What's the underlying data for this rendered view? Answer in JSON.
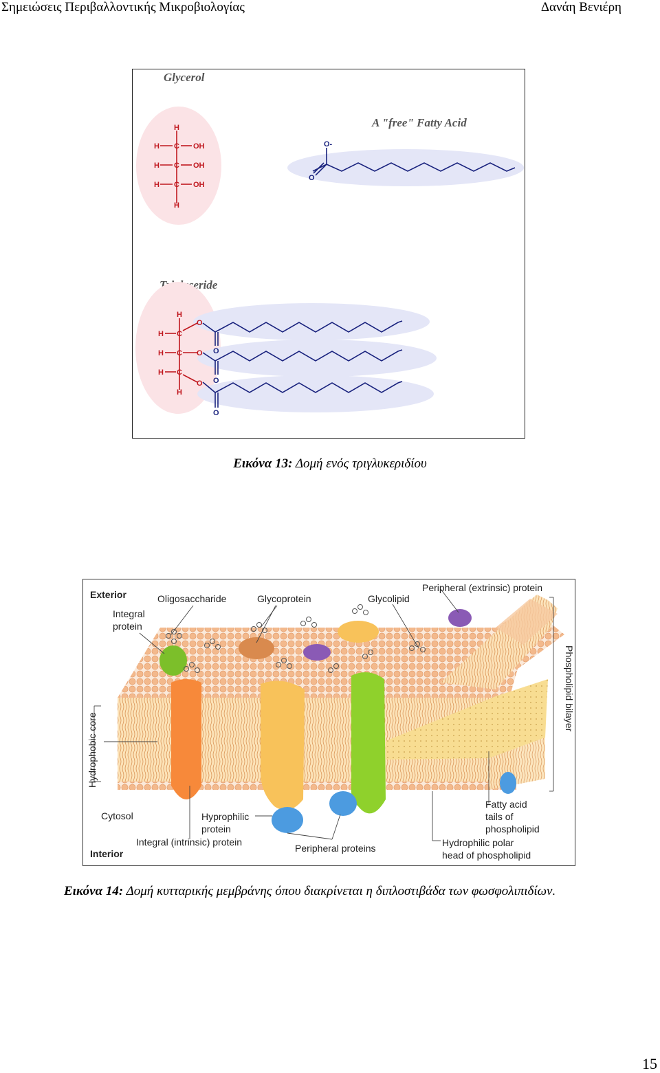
{
  "header": {
    "left": "Σημειώσεις Περιβαλλοντικής Μικροβιολογίας",
    "right": "Δανάη Βενιέρη"
  },
  "figure13": {
    "glycerol_label": "Glycerol",
    "fatty_acid_label": "A \"free\"  Fatty Acid",
    "triglyceride_label": "Triglyceride",
    "atoms": {
      "H": "H",
      "C": "C",
      "OH": "OH",
      "O": "O",
      "Ominus": "O-"
    },
    "caption_prefix": "Εικόνα 13:",
    "caption_text": " Δομή ενός τριγλυκεριδίου"
  },
  "figure14": {
    "labels": {
      "exterior": "Exterior",
      "oligosaccharide": "Oligosaccharide",
      "glycoprotein": "Glycoprotein",
      "glycolipid": "Glycolipid",
      "peripheral_extrinsic": "Peripheral (extrinsic) protein",
      "integral_protein_1": "Integral",
      "integral_protein_2": "protein",
      "hydrophobic_core": "Hydrophobic core",
      "phospholipid_bilayer": "Phospholipid bilayer",
      "cytosol": "Cytosol",
      "hyprophilic_1": "Hyprophilic",
      "hyprophilic_2": "protein",
      "integral_intrinsic": "Integral (intrinsic) protein",
      "interior": "Interior",
      "peripheral_proteins": "Peripheral proteins",
      "fatty_acid_1": "Fatty acid",
      "fatty_acid_2": "tails of",
      "fatty_acid_3": "phospholipid",
      "polar_head_1": "Hydrophilic polar",
      "polar_head_2": "head of phospholipid"
    },
    "colors": {
      "lipid_head": "#f3b98c",
      "lipid_tail": "#f7d9a6",
      "protein_orange": "#f7893a",
      "protein_green": "#8fd12c",
      "protein_blue": "#4c9be0",
      "protein_purple": "#8a5ab5",
      "protein_yellow": "#f8c25a"
    },
    "caption_prefix": "Εικόνα 14:",
    "caption_text": " Δομή κυτταρικής μεμβράνης όπου διακρίνεται η διπλοστιβάδα των φωσφολιπιδίων."
  },
  "page_number": "15"
}
